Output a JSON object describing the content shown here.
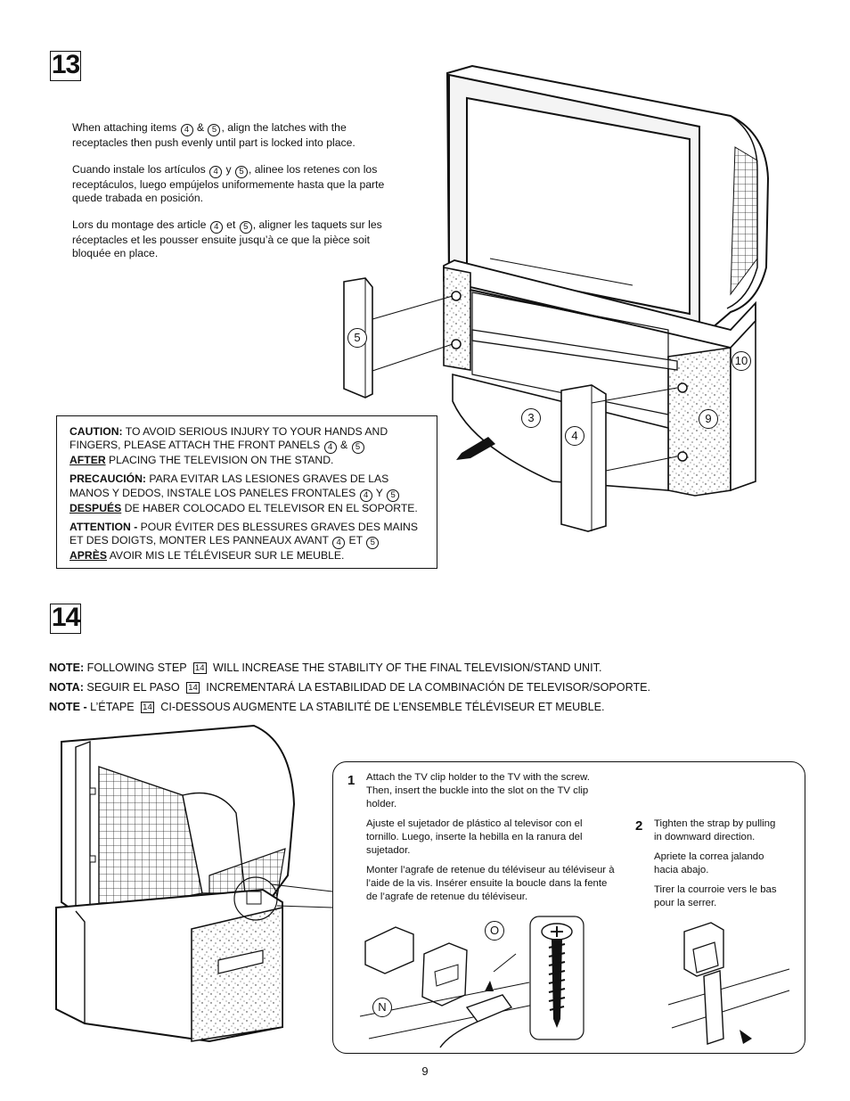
{
  "steps": {
    "step13": "13",
    "step14": "14"
  },
  "step13": {
    "en": {
      "a": "When attaching items ",
      "i1": "4",
      "amp": " & ",
      "i2": "5",
      "b": ", align the latches with the receptacles then push evenly until part is locked into place."
    },
    "es": {
      "a": "Cuando instale los artículos ",
      "i1": "4",
      "amp": " y ",
      "i2": "5",
      "b": ", alinee los retenes con los receptáculos, luego empújelos uniformemente hasta que la parte quede trabada en posición."
    },
    "fr": {
      "a": "Lors du montage des article ",
      "i1": "4",
      "amp": " et ",
      "i2": "5",
      "b": ", aligner les taquets sur les réceptacles et les pousser ensuite jusqu’à ce que la pièce soit bloquée en place."
    },
    "callouts": {
      "c5": "5",
      "c10": "10",
      "c3": "3",
      "c4": "4",
      "c9": "9"
    }
  },
  "caution": {
    "en": {
      "label": "CAUTION:",
      "t1": " TO AVOID SERIOUS INJURY TO YOUR HANDS AND FINGERS, PLEASE ATTACH THE FRONT PANELS ",
      "i1": "4",
      "amp": " & ",
      "i2": "5",
      "u": "AFTER",
      "t2": " PLACING THE TELEVISION ON THE STAND."
    },
    "es": {
      "label": "PRECAUCIÓN:",
      "t1": " PARA EVITAR LAS LESIONES GRAVES DE LAS MANOS Y DEDOS, INSTALE LOS PANELES FRONTALES ",
      "i1": "4",
      "amp": " Y ",
      "i2": "5",
      "u": "DESPUÉS",
      "t2": " DE HABER COLOCADO EL TELEVISOR EN EL SOPORTE."
    },
    "fr": {
      "label": "ATTENTION -",
      "t1": " POUR ÉVITER DES BLESSURES GRAVES DES MAINS ET DES DOIGTS, MONTER LES PANNEAUX AVANT ",
      "i1": "4",
      "amp": " ET ",
      "i2": "5",
      "u": "APRÈS",
      "t2": " AVOIR MIS LE TÉLÉVISEUR SUR LE MEUBLE."
    }
  },
  "notes": {
    "en": {
      "label": "NOTE:",
      "a": " FOLLOWING STEP ",
      "step": "14",
      "b": " WILL INCREASE THE STABILITY OF THE FINAL TELEVISION/STAND UNIT."
    },
    "es": {
      "label": "NOTA:",
      "a": " SEGUIR EL PASO ",
      "step": "14",
      "b": " INCREMENTARÁ LA ESTABILIDAD DE LA COMBINACIÓN DE TELEVISOR/SOPORTE."
    },
    "fr": {
      "label": "NOTE -",
      "a": " L’ÉTAPE ",
      "step": "14",
      "b": " CI-DESSOUS AUGMENTE LA STABILITÉ DE L’ENSEMBLE TÉLÉVISEUR ET MEUBLE."
    }
  },
  "detail": {
    "n1": "1",
    "s1_en": "Attach the TV clip holder to the TV with the screw. Then, insert the buckle into the slot on the TV clip holder.",
    "s1_es": "Ajuste el sujetador de plástico al televisor con el tornillo. Luego, inserte la hebilla en la ranura del sujetador.",
    "s1_fr": "Monter l’agrafe de retenue du téléviseur au téléviseur à l’aide de la vis. Insérer ensuite la boucle dans la fente de l’agrafe de retenue du téléviseur.",
    "n2": "2",
    "s2_en": "Tighten the strap by pulling in downward direction.",
    "s2_es": "Apriete la correa jalando hacia abajo.",
    "s2_fr": "Tirer la courroie vers le bas pour la serrer.",
    "callouts": {
      "cN": "N",
      "cO": "O"
    }
  },
  "page_number": "9"
}
